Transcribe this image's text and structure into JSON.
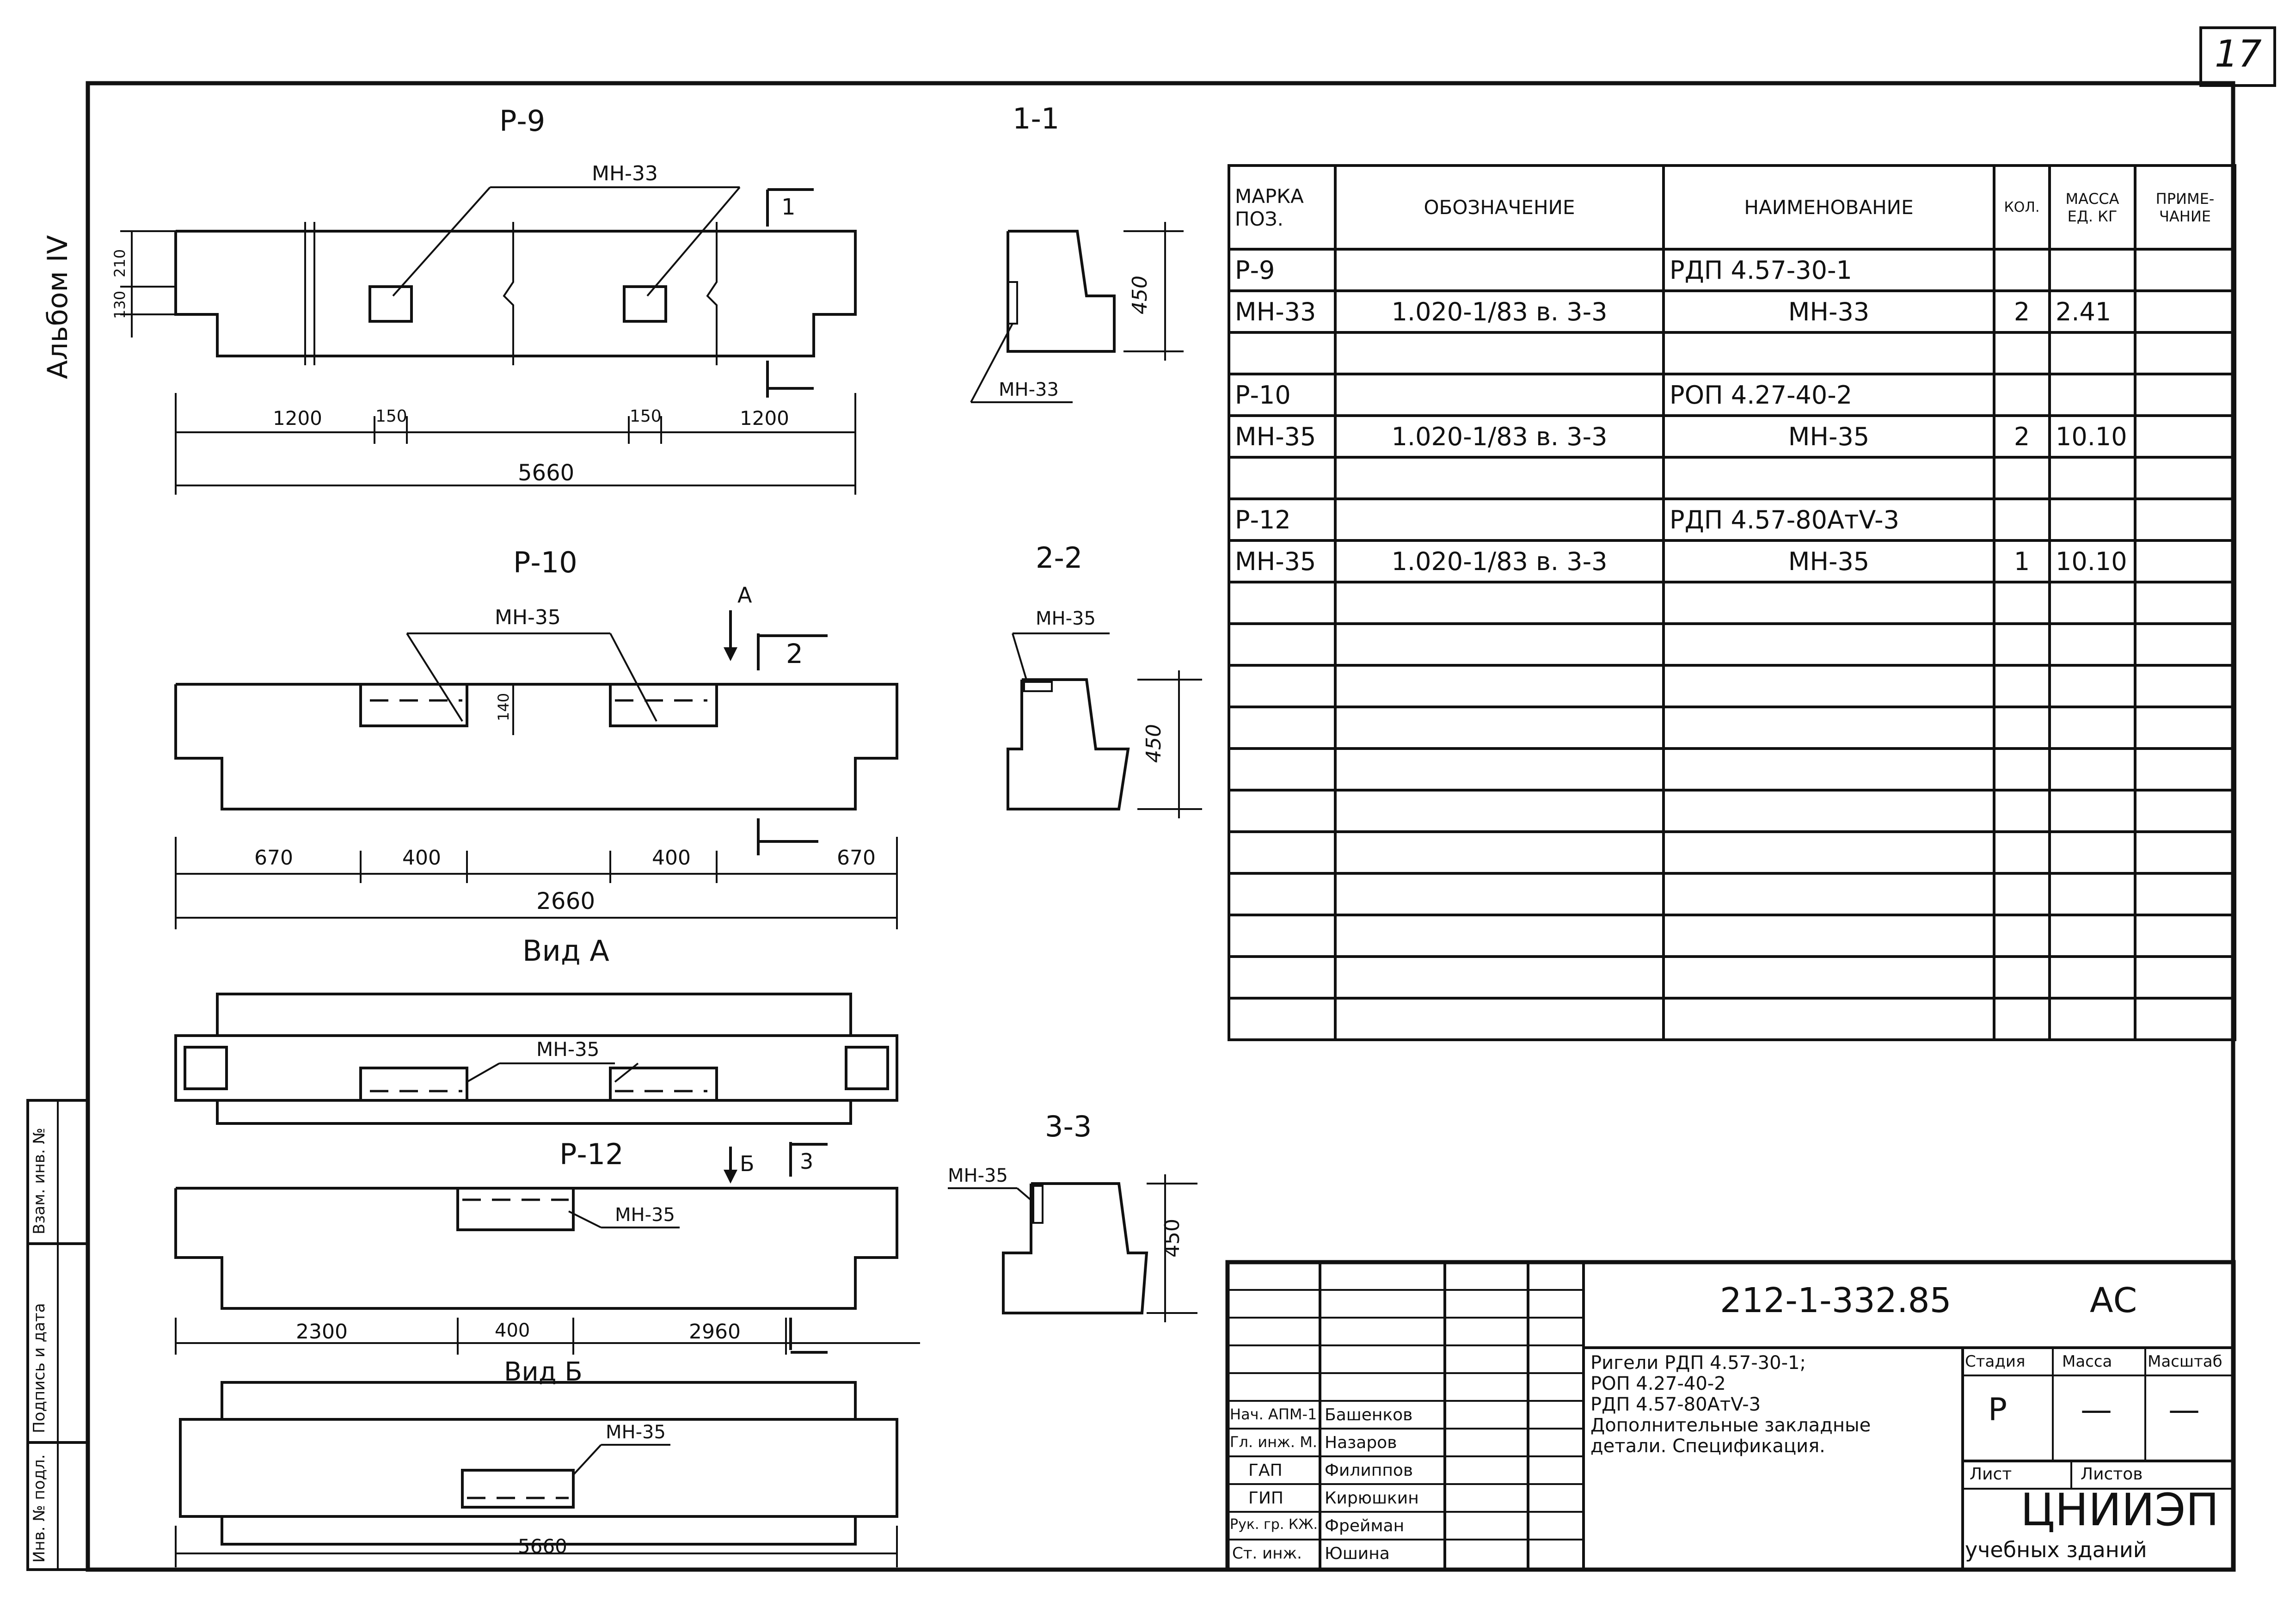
{
  "sheet_number": "17",
  "album": "Альбом IV",
  "margin_stamp": {
    "inv_podl": "Инв. № подл.",
    "podpis_data": "Подпись и дата",
    "vzam_inv": "Взам. инв. №"
  },
  "drawings": {
    "r9": {
      "title": "Р-9",
      "embed_label": "МН-33",
      "cut_label": "1",
      "dims": [
        "1200",
        "150",
        "150",
        "1200",
        "5660"
      ],
      "height_dims": [
        "210",
        "130"
      ]
    },
    "sec11": {
      "title": "1-1",
      "label": "МН-33",
      "height": "450"
    },
    "r10": {
      "title": "Р-10",
      "embed_label": "МН-35",
      "view_mark": "А",
      "cut_label": "2",
      "dims": [
        "670",
        "400",
        "400",
        "670",
        "2660"
      ],
      "small_dim": "140"
    },
    "sec22": {
      "title": "2-2",
      "label": "МН-35",
      "height": "450"
    },
    "vid_a": {
      "title": "Вид А",
      "label": "МН-35"
    },
    "r12": {
      "title": "Р-12",
      "embed_label": "МН-35",
      "view_mark": "Б",
      "cut_label": "3",
      "dims": [
        "2300",
        "400",
        "2960"
      ]
    },
    "sec33": {
      "title": "3-3",
      "label": "МН-35",
      "height": "450"
    },
    "vid_b": {
      "title": "Вид Б",
      "label": "МН-35",
      "dim": "5660"
    }
  },
  "spec_table": {
    "headers": {
      "marka": "МАРКА ПОЗ.",
      "oboznachenie": "ОБОЗНАЧЕНИЕ",
      "naimenovanie": "НАИМЕНОВАНИЕ",
      "kol": "КОЛ.",
      "massa": "МАССА ЕД. КГ",
      "prim": "ПРИМЕ- ЧАНИЕ"
    },
    "rows": [
      {
        "marka": "Р-9",
        "oboz": "",
        "naim": "РДП 4.57-30-1",
        "kol": "",
        "massa": ""
      },
      {
        "marka": "МН-33",
        "oboz": "1.020-1/83 в. 3-3",
        "naim": "МН-33",
        "kol": "2",
        "massa": "2.41"
      },
      {
        "marka": "",
        "oboz": "",
        "naim": "",
        "kol": "",
        "massa": ""
      },
      {
        "marka": "Р-10",
        "oboz": "",
        "naim": "РОП 4.27-40-2",
        "kol": "",
        "massa": ""
      },
      {
        "marka": "МН-35",
        "oboz": "1.020-1/83 в. 3-3",
        "naim": "МН-35",
        "kol": "2",
        "massa": "10.10"
      },
      {
        "marka": "",
        "oboz": "",
        "naim": "",
        "kol": "",
        "massa": ""
      },
      {
        "marka": "Р-12",
        "oboz": "",
        "naim": "РДП 4.57-80АтV-3",
        "kol": "",
        "massa": ""
      },
      {
        "marka": "МН-35",
        "oboz": "1.020-1/83 в. 3-3",
        "naim": "МН-35",
        "kol": "1",
        "massa": "10.10"
      }
    ]
  },
  "title_block": {
    "doc_code": "212-1-332.85",
    "section": "АС",
    "description": [
      "Ригели РДП 4.57-30-1;",
      "РОП 4.27-40-2",
      "РДП 4.57-80АтV-3",
      "Дополнительные закладные",
      "детали. Спецификация."
    ],
    "stadia_label": "Стадия",
    "massa_label": "Масса",
    "masshtab_label": "Масштаб",
    "stadia_value": "Р",
    "massa_value": "—",
    "masshtab_value": "—",
    "list_label": "Лист",
    "listov_label": "Листов",
    "org": "ЦНИИЭП",
    "org_sub": "учебных зданий",
    "people": [
      {
        "role": "Нач. АПМ-1",
        "name": "Башенков"
      },
      {
        "role": "Гл. инж. М.",
        "name": "Назаров"
      },
      {
        "role": "ГАП",
        "name": "Филиппов"
      },
      {
        "role": "ГИП",
        "name": "Кирюшкин"
      },
      {
        "role": "Рук. гр. КЖ.",
        "name": "Фрейман"
      },
      {
        "role": "Ст. инж.",
        "name": "Юшина"
      }
    ]
  }
}
